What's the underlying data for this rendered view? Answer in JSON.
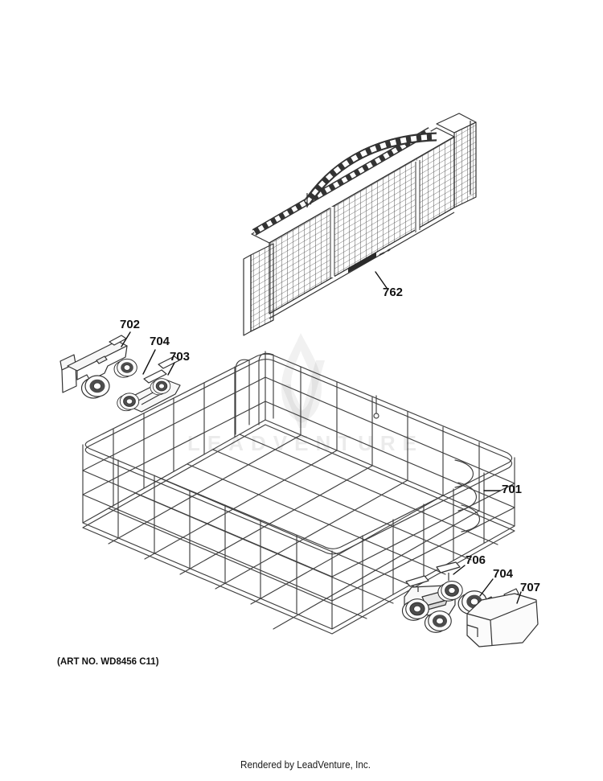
{
  "diagram": {
    "art_no": "(ART NO. WD8456 C11)",
    "footer": "Rendered by LeadVenture, Inc.",
    "watermark": "LEADVENTURE",
    "colors": {
      "ink": "#333333",
      "watermark_gray": "rgba(0,0,0,0.08)",
      "background": "#ffffff"
    },
    "callouts": [
      {
        "part": "762"
      },
      {
        "part": "702"
      },
      {
        "part": "704"
      },
      {
        "part": "703"
      },
      {
        "part": "701"
      },
      {
        "part": "706"
      },
      {
        "part": "704"
      },
      {
        "part": "707"
      }
    ]
  }
}
